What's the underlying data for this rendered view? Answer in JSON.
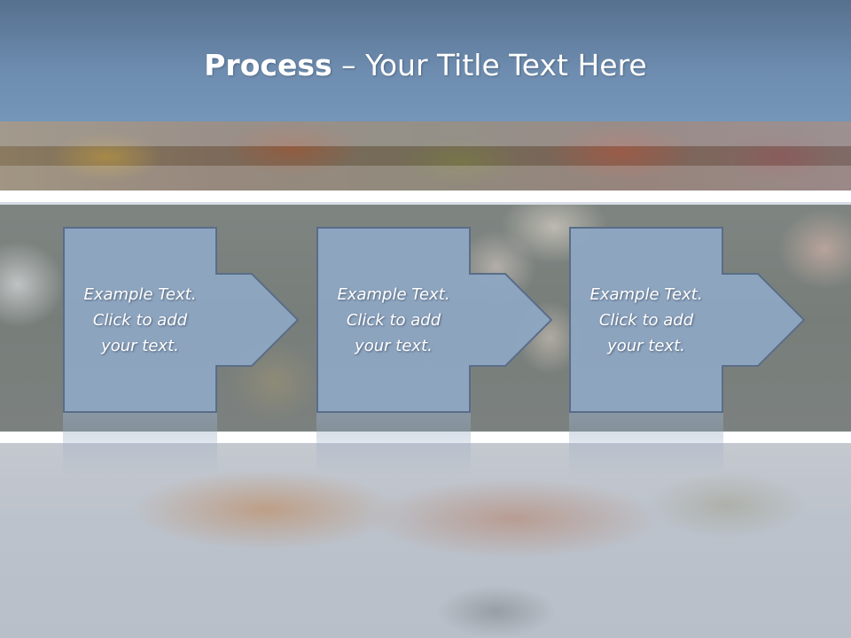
{
  "slide": {
    "title_bold": "Process",
    "title_rest": " – Your Title Text Here"
  },
  "steps": [
    {
      "line1": "Example Text.",
      "line2": "Click  to add",
      "line3": "your text."
    },
    {
      "line1": "Example Text.",
      "line2": "Click  to add",
      "line3": "your text."
    },
    {
      "line1": "Example Text.",
      "line2": "Click  to add",
      "line3": "your text."
    }
  ],
  "colors": {
    "title_band": "#6e8db0",
    "box_fill": "#8fa7c4",
    "box_stroke": "#5a6d88",
    "text": "#ffffff"
  }
}
